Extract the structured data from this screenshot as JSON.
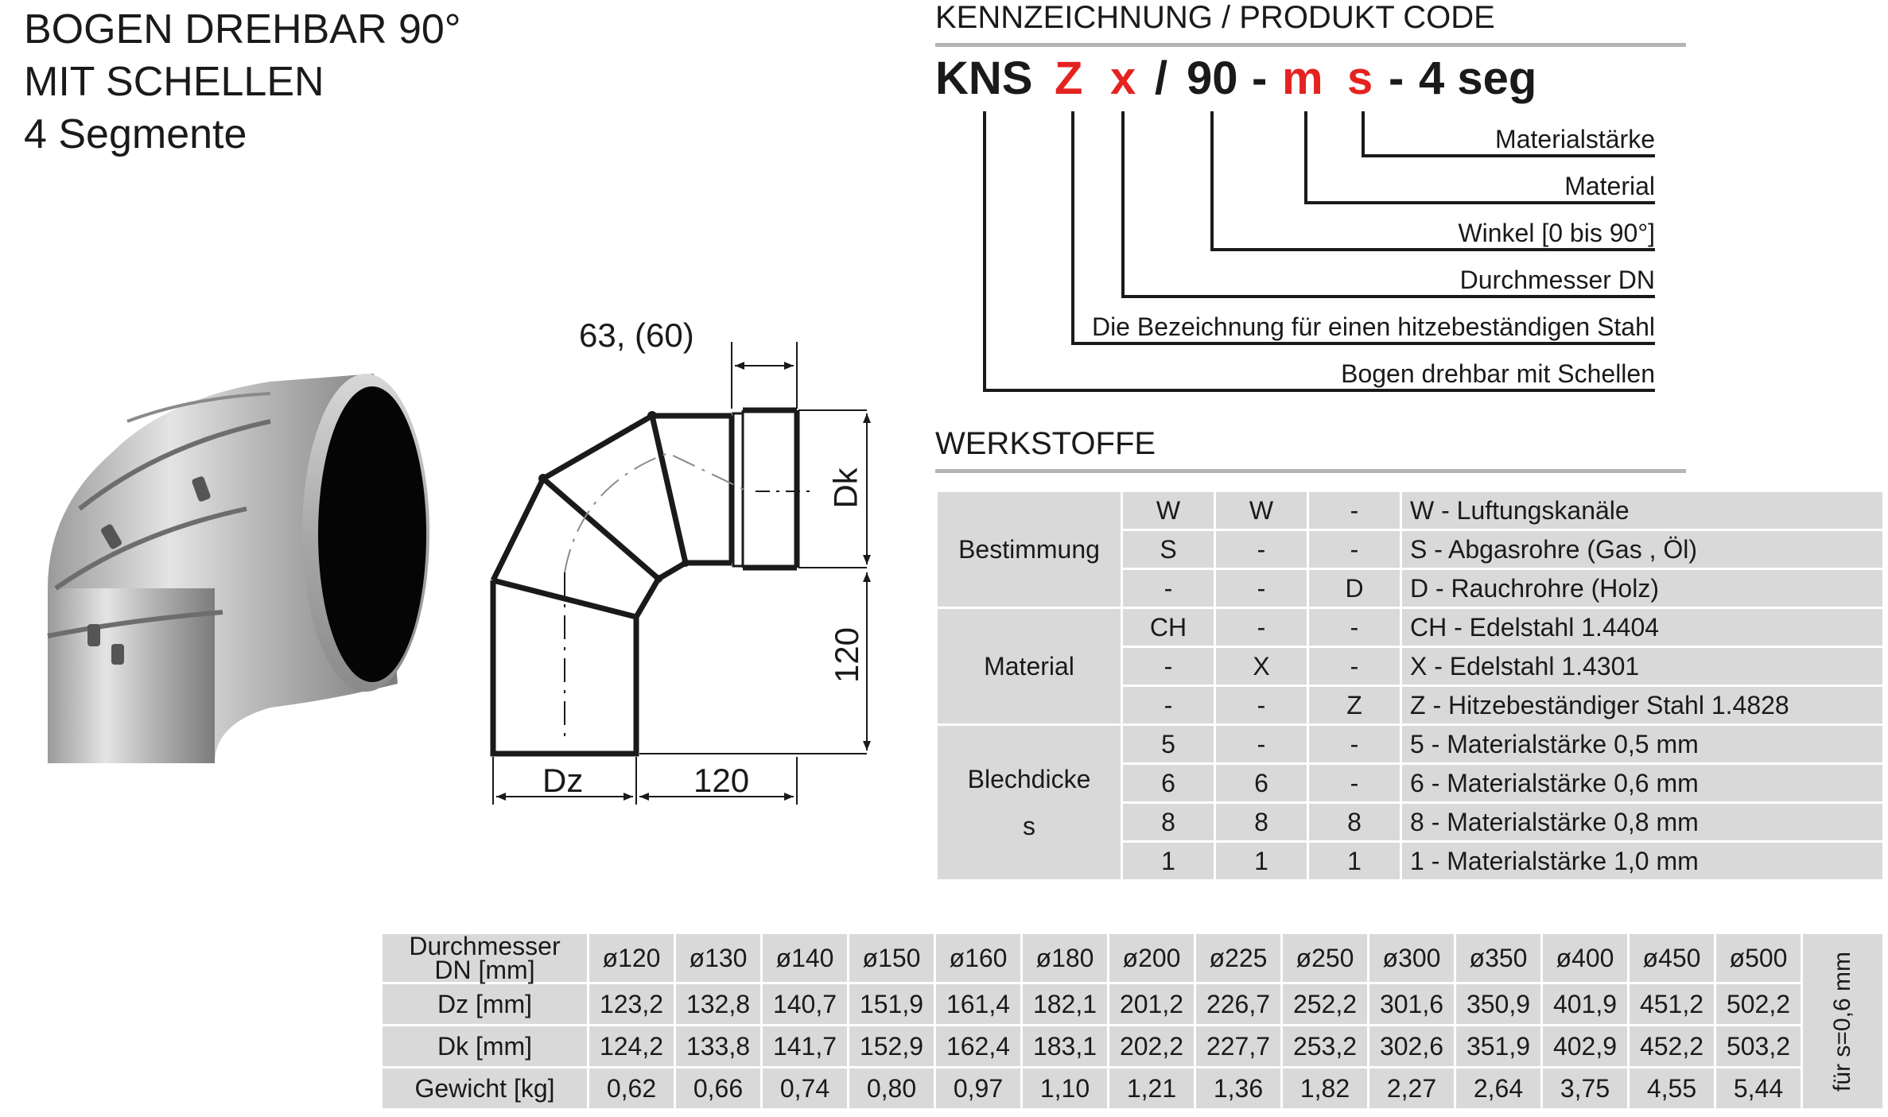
{
  "title": {
    "line1": "BOGEN DREHBAR 90°",
    "line2": "MIT SCHELLEN",
    "line3": "4 Segmente"
  },
  "drawing": {
    "dim_top": "63, (60)",
    "dim_dk": "Dk",
    "dim_height": "120",
    "dim_dz": "Dz",
    "dim_width": "120"
  },
  "product_code": {
    "heading": "KENNZEICHNUNG /  PRODUKT CODE",
    "parts": [
      {
        "text": "KNS",
        "color": "#1a1a1a"
      },
      {
        "text": "Z",
        "color": "#e42320"
      },
      {
        "text": "x",
        "color": "#e42320"
      },
      {
        "text": "/",
        "color": "#1a1a1a"
      },
      {
        "text": "90",
        "color": "#1a1a1a"
      },
      {
        "text": "-",
        "color": "#1a1a1a"
      },
      {
        "text": "m",
        "color": "#e42320"
      },
      {
        "text": "s",
        "color": "#e42320"
      },
      {
        "text": "-",
        "color": "#1a1a1a"
      },
      {
        "text": "4 seg",
        "color": "#1a1a1a"
      }
    ],
    "legend": [
      "Materialstärke",
      "Material",
      "Winkel [0 bis 90°]",
      "Durchmesser DN",
      "Die Bezeichnung für einen hitzebeständigen Stahl",
      "Bogen drehbar mit Schellen"
    ]
  },
  "werkstoffe": {
    "heading": "WERKSTOFFE",
    "groups": [
      {
        "name": "Bestimmung",
        "rows": [
          {
            "c1": "W",
            "c2": "W",
            "c3": "-",
            "desc": "W - Luftungskanäle"
          },
          {
            "c1": "S",
            "c2": "-",
            "c3": "-",
            "desc": "S - Abgasrohre (Gas , Öl)"
          },
          {
            "c1": "-",
            "c2": "-",
            "c3": "D",
            "desc": "D - Rauchrohre (Holz)"
          }
        ]
      },
      {
        "name": "Material",
        "rows": [
          {
            "c1": "CH",
            "c2": "-",
            "c3": "-",
            "desc": "CH - Edelstahl 1.4404"
          },
          {
            "c1": "-",
            "c2": "X",
            "c3": "-",
            "desc": "X - Edelstahl 1.4301"
          },
          {
            "c1": "-",
            "c2": "-",
            "c3": "Z",
            "desc": "Z - Hitzebeständiger Stahl 1.4828"
          }
        ]
      },
      {
        "name": "Blechdicke",
        "name2": "s",
        "rows": [
          {
            "c1": "5",
            "c2": "-",
            "c3": "-",
            "desc": "5 - Materialstärke 0,5 mm"
          },
          {
            "c1": "6",
            "c2": "6",
            "c3": "-",
            "desc": "6 - Materialstärke 0,6 mm"
          },
          {
            "c1": "8",
            "c2": "8",
            "c3": "8",
            "desc": "8 - Materialstärke 0,8 mm"
          },
          {
            "c1": "1",
            "c2": "1",
            "c3": "1",
            "desc": "1 - Materialstärke 1,0 mm"
          }
        ]
      }
    ]
  },
  "dimensions_table": {
    "headers": [
      "Durchmesser",
      "DN [mm]"
    ],
    "diameters": [
      "ø120",
      "ø130",
      "ø140",
      "ø150",
      "ø160",
      "ø180",
      "ø200",
      "ø225",
      "ø250",
      "ø300",
      "ø350",
      "ø400",
      "ø450",
      "ø500"
    ],
    "rows": [
      {
        "label": "Dz [mm]",
        "values": [
          "123,2",
          "132,8",
          "140,7",
          "151,9",
          "161,4",
          "182,1",
          "201,2",
          "226,7",
          "252,2",
          "301,6",
          "350,9",
          "401,9",
          "451,2",
          "502,2"
        ]
      },
      {
        "label": "Dk [mm]",
        "values": [
          "124,2",
          "133,8",
          "141,7",
          "152,9",
          "162,4",
          "183,1",
          "202,2",
          "227,7",
          "253,2",
          "302,6",
          "351,9",
          "402,9",
          "452,2",
          "503,2"
        ]
      },
      {
        "label": "Gewicht [kg]",
        "values": [
          "0,62",
          "0,66",
          "0,74",
          "0,80",
          "0,97",
          "1,10",
          "1,21",
          "1,36",
          "1,82",
          "2,27",
          "2,64",
          "3,75",
          "4,55",
          "5,44"
        ]
      }
    ],
    "note": "für s=0,6 mm"
  }
}
